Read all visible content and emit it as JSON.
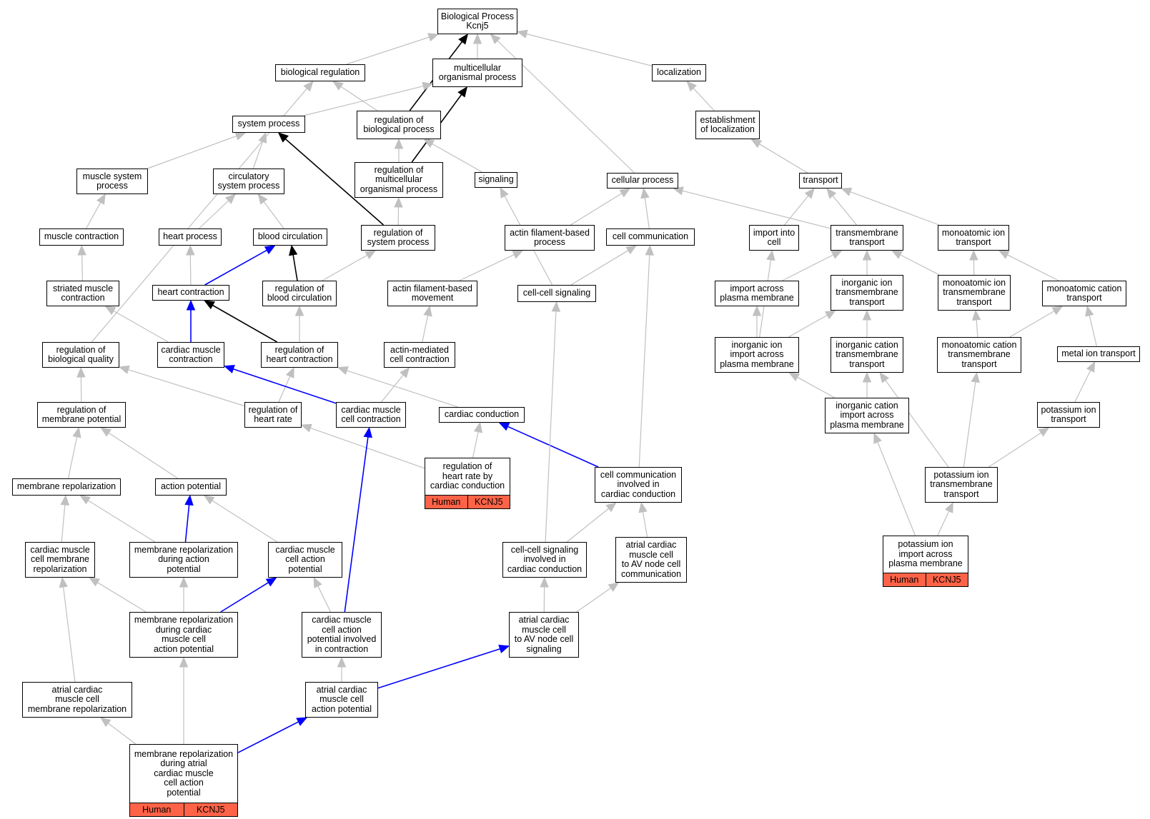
{
  "colors": {
    "normal": "#c0c0c0",
    "black": "#000000",
    "blue": "#0000ff",
    "annotation": "#ff6347"
  },
  "nodes": [
    {
      "id": "bp",
      "label": "Biological Process\nKcnj5"
    },
    {
      "id": "biolreg",
      "label": "biological regulation"
    },
    {
      "id": "multi",
      "label": "multicellular\norganismal process"
    },
    {
      "id": "local",
      "label": "localization"
    },
    {
      "id": "sysproc",
      "label": "system process"
    },
    {
      "id": "regbio",
      "label": "regulation of\nbiological process"
    },
    {
      "id": "estloc",
      "label": "establishment\nof localization"
    },
    {
      "id": "musclesys",
      "label": "muscle system\nprocess"
    },
    {
      "id": "circ",
      "label": "circulatory\nsystem process"
    },
    {
      "id": "regmulti",
      "label": "regulation of\nmulticellular\norganismal process"
    },
    {
      "id": "signaling",
      "label": "signaling"
    },
    {
      "id": "cellproc",
      "label": "cellular process"
    },
    {
      "id": "transport",
      "label": "transport"
    },
    {
      "id": "musclecon",
      "label": "muscle contraction"
    },
    {
      "id": "heartproc",
      "label": "heart process"
    },
    {
      "id": "bloodcirc",
      "label": "blood circulation"
    },
    {
      "id": "regsys",
      "label": "regulation of\nsystem process"
    },
    {
      "id": "actinproc",
      "label": "actin filament-based\nprocess"
    },
    {
      "id": "cellcomm",
      "label": "cell communication"
    },
    {
      "id": "importcell",
      "label": "import into\ncell"
    },
    {
      "id": "tmtransport",
      "label": "transmembrane\ntransport"
    },
    {
      "id": "maitransport",
      "label": "monoatomic ion\ntransport"
    },
    {
      "id": "striated",
      "label": "striated muscle\ncontraction"
    },
    {
      "id": "heartcon",
      "label": "heart contraction"
    },
    {
      "id": "regblood",
      "label": "regulation of\nblood circulation"
    },
    {
      "id": "actinmove",
      "label": "actin filament-based\nmovement"
    },
    {
      "id": "ccsignal",
      "label": "cell-cell signaling"
    },
    {
      "id": "importpm",
      "label": "import across\nplasma membrane"
    },
    {
      "id": "inorgtm",
      "label": "inorganic ion\ntransmembrane\ntransport"
    },
    {
      "id": "maitm",
      "label": "monoatomic ion\ntransmembrane\ntransport"
    },
    {
      "id": "macation",
      "label": "monoatomic cation\ntransport"
    },
    {
      "id": "regbioqual",
      "label": "regulation of\nbiological quality"
    },
    {
      "id": "cardmuscon",
      "label": "cardiac muscle\ncontraction"
    },
    {
      "id": "regheartcon",
      "label": "regulation of\nheart contraction"
    },
    {
      "id": "actinmed",
      "label": "actin-mediated\ncell contraction"
    },
    {
      "id": "inorgimp",
      "label": "inorganic ion\nimport across\nplasma membrane"
    },
    {
      "id": "inorgcattm",
      "label": "inorganic cation\ntransmembrane\ntransport"
    },
    {
      "id": "macattm",
      "label": "monoatomic cation\ntransmembrane\ntransport"
    },
    {
      "id": "metalion",
      "label": "metal ion transport"
    },
    {
      "id": "regmempot",
      "label": "regulation of\nmembrane potential"
    },
    {
      "id": "regheartrate",
      "label": "regulation of\nheart rate"
    },
    {
      "id": "cardmuscellcon",
      "label": "cardiac muscle\ncell contraction"
    },
    {
      "id": "cardcond",
      "label": "cardiac conduction"
    },
    {
      "id": "inorgcatimp",
      "label": "inorganic cation\nimport across\nplasma membrane"
    },
    {
      "id": "kion",
      "label": "potassium ion\ntransport"
    },
    {
      "id": "regheartratecond",
      "label": "regulation of\nheart rate by\ncardiac conduction",
      "annotation": [
        "Human",
        "KCNJ5"
      ]
    },
    {
      "id": "memrepol",
      "label": "membrane repolarization"
    },
    {
      "id": "actpot",
      "label": "action potential"
    },
    {
      "id": "cellcommcard",
      "label": "cell communication\ninvolved in\ncardiac conduction"
    },
    {
      "id": "kiontm",
      "label": "potassium ion\ntransmembrane\ntransport"
    },
    {
      "id": "cardmuscellrepol",
      "label": "cardiac muscle\ncell membrane\nrepolarization"
    },
    {
      "id": "memrepolap",
      "label": "membrane repolarization\nduring action\npotential"
    },
    {
      "id": "cardmuscellap",
      "label": "cardiac muscle\ncell action\npotential"
    },
    {
      "id": "ccsigcard",
      "label": "cell-cell signaling\ninvolved in\ncardiac conduction"
    },
    {
      "id": "atrialcomm",
      "label": "atrial cardiac\nmuscle cell\nto AV node cell\ncommunication"
    },
    {
      "id": "kionimp",
      "label": "potassium ion\nimport across\nplasma membrane",
      "annotation": [
        "Human",
        "KCNJ5"
      ]
    },
    {
      "id": "memrepolcard",
      "label": "membrane repolarization\nduring cardiac\nmuscle cell\naction potential"
    },
    {
      "id": "cardmuscellapcon",
      "label": "cardiac muscle\ncell action\npotential involved\nin contraction"
    },
    {
      "id": "atrialsig",
      "label": "atrial cardiac\nmuscle cell\nto AV node cell\nsignaling"
    },
    {
      "id": "atrialrepol",
      "label": "atrial cardiac\nmuscle cell\nmembrane repolarization"
    },
    {
      "id": "atrialap",
      "label": "atrial cardiac\nmuscle cell\naction potential"
    },
    {
      "id": "memrepolatrial",
      "label": "membrane repolarization\nduring atrial\ncardiac muscle\ncell action\npotential",
      "annotation": [
        "Human",
        "KCNJ5"
      ]
    }
  ],
  "edges": [
    {
      "from": "biolreg",
      "to": "bp",
      "color": "normal"
    },
    {
      "from": "multi",
      "to": "bp",
      "color": "normal"
    },
    {
      "from": "local",
      "to": "bp",
      "color": "normal"
    },
    {
      "from": "cellproc",
      "to": "bp",
      "color": "normal"
    },
    {
      "from": "regbio",
      "to": "bp",
      "color": "black"
    },
    {
      "from": "regbio",
      "to": "biolreg",
      "color": "normal"
    },
    {
      "from": "sysproc",
      "to": "multi",
      "color": "normal"
    },
    {
      "from": "regmulti",
      "to": "multi",
      "color": "black"
    },
    {
      "from": "estloc",
      "to": "local",
      "color": "normal"
    },
    {
      "from": "musclesys",
      "to": "sysproc",
      "color": "normal"
    },
    {
      "from": "circ",
      "to": "sysproc",
      "color": "normal"
    },
    {
      "from": "regsys",
      "to": "sysproc",
      "color": "black"
    },
    {
      "from": "regmulti",
      "to": "regbio",
      "color": "normal"
    },
    {
      "from": "signaling",
      "to": "regbio",
      "color": "normal"
    },
    {
      "from": "transport",
      "to": "estloc",
      "color": "normal"
    },
    {
      "from": "musclecon",
      "to": "musclesys",
      "color": "normal"
    },
    {
      "from": "heartproc",
      "to": "circ",
      "color": "normal"
    },
    {
      "from": "bloodcirc",
      "to": "circ",
      "color": "normal"
    },
    {
      "from": "regsys",
      "to": "regmulti",
      "color": "normal"
    },
    {
      "from": "ccsignal",
      "to": "signaling",
      "color": "normal"
    },
    {
      "from": "actinproc",
      "to": "cellproc",
      "color": "normal"
    },
    {
      "from": "cellcomm",
      "to": "cellproc",
      "color": "normal"
    },
    {
      "from": "tmtransport",
      "to": "cellproc",
      "color": "normal"
    },
    {
      "from": "importcell",
      "to": "transport",
      "color": "normal"
    },
    {
      "from": "tmtransport",
      "to": "transport",
      "color": "normal"
    },
    {
      "from": "maitransport",
      "to": "transport",
      "color": "normal"
    },
    {
      "from": "striated",
      "to": "musclecon",
      "color": "normal"
    },
    {
      "from": "heartcon",
      "to": "heartproc",
      "color": "normal"
    },
    {
      "from": "heartcon",
      "to": "bloodcirc",
      "color": "blue"
    },
    {
      "from": "regblood",
      "to": "bloodcirc",
      "color": "black"
    },
    {
      "from": "regblood",
      "to": "regsys",
      "color": "normal"
    },
    {
      "from": "actinmove",
      "to": "actinproc",
      "color": "normal"
    },
    {
      "from": "ccsignal",
      "to": "cellcomm",
      "color": "normal"
    },
    {
      "from": "cellcommcard",
      "to": "cellcomm",
      "color": "normal"
    },
    {
      "from": "importpm",
      "to": "tmtransport",
      "color": "normal"
    },
    {
      "from": "inorgtm",
      "to": "tmtransport",
      "color": "normal"
    },
    {
      "from": "maitm",
      "to": "tmtransport",
      "color": "normal"
    },
    {
      "from": "maitm",
      "to": "maitransport",
      "color": "normal"
    },
    {
      "from": "macation",
      "to": "maitransport",
      "color": "normal"
    },
    {
      "from": "inorgimp",
      "to": "importcell",
      "color": "normal"
    },
    {
      "from": "inorgimp",
      "to": "importpm",
      "color": "normal"
    },
    {
      "from": "inorgimp",
      "to": "inorgtm",
      "color": "normal"
    },
    {
      "from": "inorgcattm",
      "to": "inorgtm",
      "color": "normal"
    },
    {
      "from": "macattm",
      "to": "maitm",
      "color": "normal"
    },
    {
      "from": "macattm",
      "to": "macation",
      "color": "normal"
    },
    {
      "from": "metalion",
      "to": "macation",
      "color": "normal"
    },
    {
      "from": "regbioqual",
      "to": "biolreg",
      "color": "normal"
    },
    {
      "from": "cardmuscon",
      "to": "striated",
      "color": "normal"
    },
    {
      "from": "cardmuscon",
      "to": "heartcon",
      "color": "blue"
    },
    {
      "from": "regheartcon",
      "to": "heartcon",
      "color": "black"
    },
    {
      "from": "regheartcon",
      "to": "regblood",
      "color": "normal"
    },
    {
      "from": "actinmed",
      "to": "actinmove",
      "color": "normal"
    },
    {
      "from": "regmempot",
      "to": "regbioqual",
      "color": "normal"
    },
    {
      "from": "regheartrate",
      "to": "regbioqual",
      "color": "normal"
    },
    {
      "from": "regheartrate",
      "to": "regheartcon",
      "color": "normal"
    },
    {
      "from": "cardmuscellcon",
      "to": "cardmuscon",
      "color": "blue"
    },
    {
      "from": "cardmuscellcon",
      "to": "actinmed",
      "color": "normal"
    },
    {
      "from": "cardcond",
      "to": "regheartcon",
      "color": "normal"
    },
    {
      "from": "inorgcatimp",
      "to": "inorgimp",
      "color": "normal"
    },
    {
      "from": "inorgcatimp",
      "to": "inorgcattm",
      "color": "normal"
    },
    {
      "from": "kiontm",
      "to": "inorgcattm",
      "color": "normal"
    },
    {
      "from": "kiontm",
      "to": "macattm",
      "color": "normal"
    },
    {
      "from": "kion",
      "to": "metalion",
      "color": "normal"
    },
    {
      "from": "kiontm",
      "to": "kion",
      "color": "normal"
    },
    {
      "from": "regheartratecond",
      "to": "regheartrate",
      "color": "normal"
    },
    {
      "from": "regheartratecond",
      "to": "cardcond",
      "color": "normal"
    },
    {
      "from": "cellcommcard",
      "to": "cardcond",
      "color": "blue"
    },
    {
      "from": "memrepol",
      "to": "regmempot",
      "color": "normal"
    },
    {
      "from": "actpot",
      "to": "regmempot",
      "color": "normal"
    },
    {
      "from": "cardmuscellrepol",
      "to": "memrepol",
      "color": "normal"
    },
    {
      "from": "memrepolap",
      "to": "memrepol",
      "color": "normal"
    },
    {
      "from": "memrepolap",
      "to": "actpot",
      "color": "blue"
    },
    {
      "from": "cardmuscellap",
      "to": "actpot",
      "color": "normal"
    },
    {
      "from": "ccsigcard",
      "to": "cellcommcard",
      "color": "normal"
    },
    {
      "from": "atrialcomm",
      "to": "cellcommcard",
      "color": "normal"
    },
    {
      "from": "ccsigcard",
      "to": "ccsignal",
      "color": "normal"
    },
    {
      "from": "kionimp",
      "to": "kiontm",
      "color": "normal"
    },
    {
      "from": "kionimp",
      "to": "inorgcatimp",
      "color": "normal"
    },
    {
      "from": "memrepolcard",
      "to": "cardmuscellrepol",
      "color": "normal"
    },
    {
      "from": "memrepolcard",
      "to": "memrepolap",
      "color": "normal"
    },
    {
      "from": "memrepolcard",
      "to": "cardmuscellap",
      "color": "blue"
    },
    {
      "from": "cardmuscellapcon",
      "to": "cardmuscellap",
      "color": "normal"
    },
    {
      "from": "cardmuscellapcon",
      "to": "cardmuscellcon",
      "color": "blue"
    },
    {
      "from": "atrialsig",
      "to": "ccsigcard",
      "color": "normal"
    },
    {
      "from": "atrialsig",
      "to": "atrialcomm",
      "color": "normal"
    },
    {
      "from": "atrialrepol",
      "to": "cardmuscellrepol",
      "color": "normal"
    },
    {
      "from": "atrialap",
      "to": "cardmuscellapcon",
      "color": "normal"
    },
    {
      "from": "atrialap",
      "to": "atrialsig",
      "color": "blue"
    },
    {
      "from": "memrepolatrial",
      "to": "atrialrepol",
      "color": "normal"
    },
    {
      "from": "memrepolatrial",
      "to": "memrepolcard",
      "color": "normal"
    },
    {
      "from": "memrepolatrial",
      "to": "atrialap",
      "color": "blue"
    }
  ]
}
